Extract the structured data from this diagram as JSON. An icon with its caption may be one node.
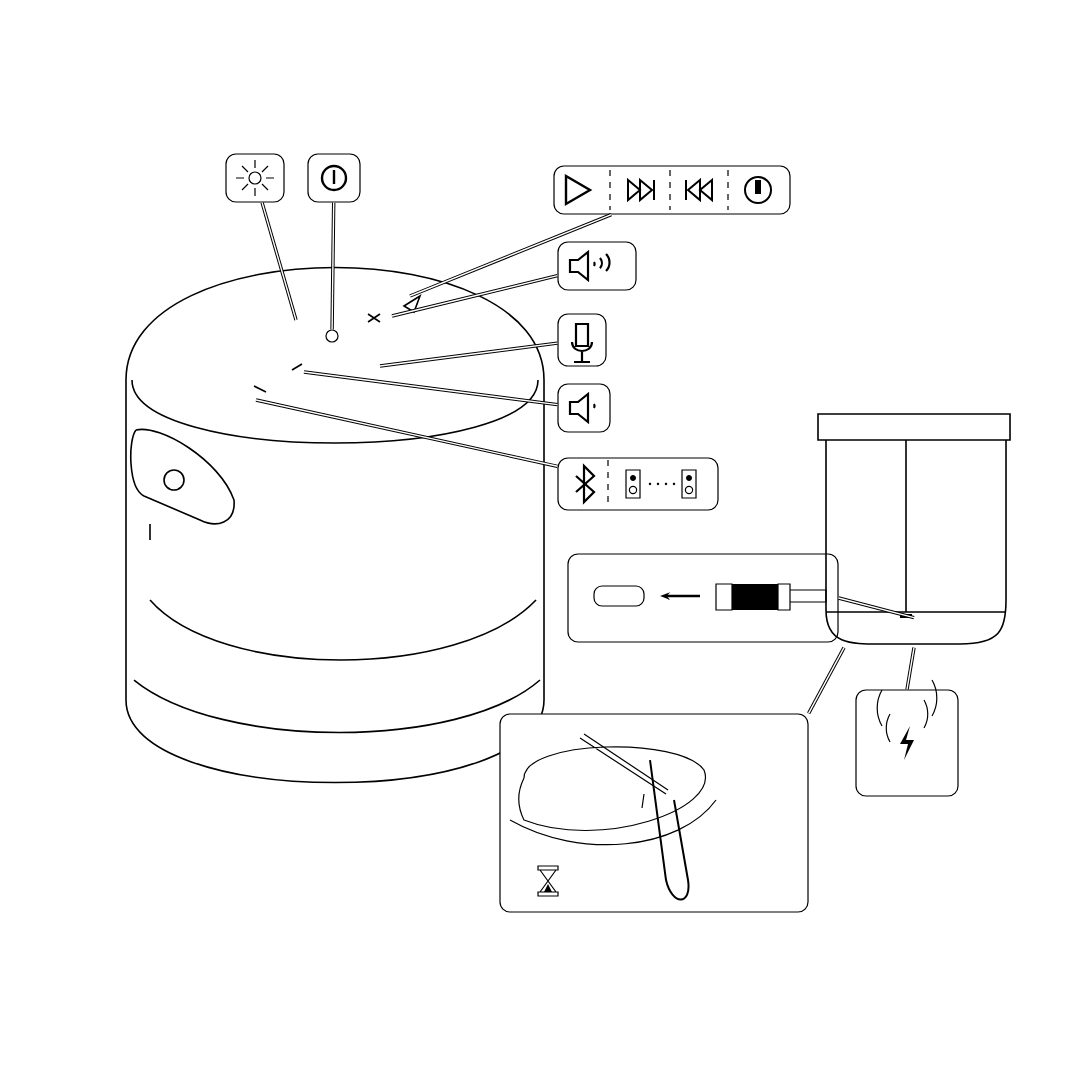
{
  "diagram": {
    "nodes": [
      {
        "text": [],
        "shape": "box"
      },
      {
        "text": [],
        "shape": "box"
      },
      {
        "text": [],
        "shape": "box"
      },
      {
        "text": [],
        "shape": "box"
      },
      {
        "text": [],
        "shape": "box"
      },
      {
        "text": [],
        "shape": "box"
      },
      {
        "text": [],
        "shape": "box"
      },
      {
        "text": [],
        "shape": "box"
      },
      {
        "text": [],
        "shape": "box"
      },
      {
        "text": [],
        "shape": "box"
      },
      {
        "text": [],
        "shape": "cylinder"
      },
      {
        "text": [],
        "shape": "circle"
      }
    ],
    "edges": [
      {
        "from": 0,
        "to": null,
        "arrow": "none"
      },
      {
        "from": 1,
        "to": 11,
        "arrow": "none"
      },
      {
        "from": 2,
        "to": null,
        "arrow": "none"
      },
      {
        "from": 3,
        "to": null,
        "arrow": "none"
      },
      {
        "from": 4,
        "to": null,
        "arrow": "none"
      },
      {
        "from": 5,
        "to": null,
        "arrow": "none"
      },
      {
        "from": 6,
        "to": null,
        "arrow": "none"
      },
      {
        "from": 7,
        "to": 10,
        "arrow": "none"
      },
      {
        "from": 8,
        "to": 10,
        "arrow": "none"
      },
      {
        "from": 9,
        "to": 10,
        "arrow": "none"
      }
    ]
  }
}
